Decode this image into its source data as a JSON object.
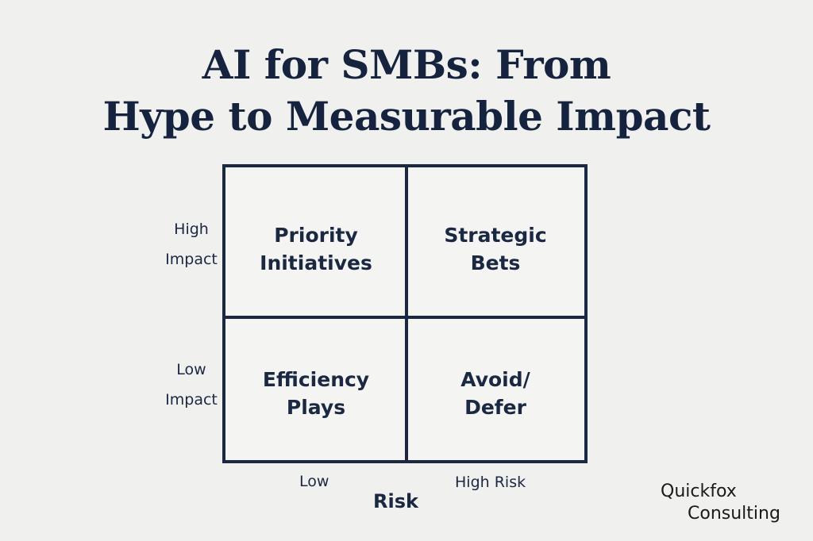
{
  "title": {
    "line1": "AI for SMBs: From",
    "line2": "Hype to Measurable Impact"
  },
  "matrix": {
    "quadrants": [
      {
        "line1": "Priority",
        "line2": "Initiatives"
      },
      {
        "line1": "Strategic",
        "line2": "Bets"
      },
      {
        "line1": "Efficiency",
        "line2": "Plays"
      },
      {
        "line1": "Avoid/",
        "line2": "Defer"
      }
    ],
    "y_labels": [
      {
        "line1": "High",
        "line2": "Impact"
      },
      {
        "line1": "Low",
        "line2": "Impact"
      }
    ],
    "x_labels": [
      "Low",
      "High Risk"
    ],
    "x_title": "Risk"
  },
  "logo": {
    "line1": "Quickfox",
    "line2": "Consulting"
  }
}
